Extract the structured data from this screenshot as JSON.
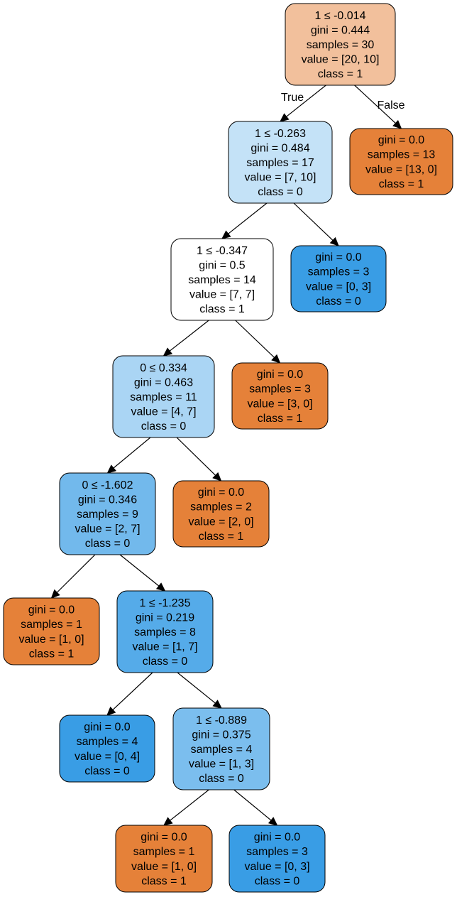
{
  "tree": {
    "nodes": [
      {
        "id": "n0",
        "lines": [
          "1 ≤ -0.014",
          "gini = 0.444",
          "samples = 30",
          "value = [20, 10]",
          "class = 1"
        ],
        "fill": "#f2c09c"
      },
      {
        "id": "n1",
        "lines": [
          "1 ≤ -0.263",
          "gini = 0.484",
          "samples = 17",
          "value = [7, 10]",
          "class = 0"
        ],
        "fill": "#c4e2f7"
      },
      {
        "id": "n2",
        "lines": [
          "gini = 0.0",
          "samples = 13",
          "value = [13, 0]",
          "class = 1"
        ],
        "fill": "#e58139"
      },
      {
        "id": "n3",
        "lines": [
          "1 ≤ -0.347",
          "gini = 0.5",
          "samples = 14",
          "value = [7, 7]",
          "class = 1"
        ],
        "fill": "#ffffff"
      },
      {
        "id": "n4",
        "lines": [
          "gini = 0.0",
          "samples = 3",
          "value = [0, 3]",
          "class = 0"
        ],
        "fill": "#399de5"
      },
      {
        "id": "n5",
        "lines": [
          "0 ≤ 0.334",
          "gini = 0.463",
          "samples = 11",
          "value = [4, 7]",
          "class = 0"
        ],
        "fill": "#aad5f4"
      },
      {
        "id": "n6",
        "lines": [
          "gini = 0.0",
          "samples = 3",
          "value = [3, 0]",
          "class = 1"
        ],
        "fill": "#e58139"
      },
      {
        "id": "n7",
        "lines": [
          "0 ≤ -1.602",
          "gini = 0.346",
          "samples = 9",
          "value = [2, 7]",
          "class = 0"
        ],
        "fill": "#72b9ec"
      },
      {
        "id": "n8",
        "lines": [
          "gini = 0.0",
          "samples = 2",
          "value = [2, 0]",
          "class = 1"
        ],
        "fill": "#e58139"
      },
      {
        "id": "n9",
        "lines": [
          "gini = 0.0",
          "samples = 1",
          "value = [1, 0]",
          "class = 1"
        ],
        "fill": "#e58139"
      },
      {
        "id": "n10",
        "lines": [
          "1 ≤ -1.235",
          "gini = 0.219",
          "samples = 8",
          "value = [1, 7]",
          "class = 0"
        ],
        "fill": "#55abe9"
      },
      {
        "id": "n11",
        "lines": [
          "gini = 0.0",
          "samples = 4",
          "value = [0, 4]",
          "class = 0"
        ],
        "fill": "#399de5"
      },
      {
        "id": "n12",
        "lines": [
          "1 ≤ -0.889",
          "gini = 0.375",
          "samples = 4",
          "value = [1, 3]",
          "class = 0"
        ],
        "fill": "#7bbeee"
      },
      {
        "id": "n13",
        "lines": [
          "gini = 0.0",
          "samples = 1",
          "value = [1, 0]",
          "class = 1"
        ],
        "fill": "#e58139"
      },
      {
        "id": "n14",
        "lines": [
          "gini = 0.0",
          "samples = 3",
          "value = [0, 3]",
          "class = 0"
        ],
        "fill": "#399de5"
      }
    ],
    "edges": [
      {
        "from": "n0",
        "to": "n1",
        "label": "True"
      },
      {
        "from": "n0",
        "to": "n2",
        "label": "False"
      },
      {
        "from": "n1",
        "to": "n3",
        "label": ""
      },
      {
        "from": "n1",
        "to": "n4",
        "label": ""
      },
      {
        "from": "n3",
        "to": "n5",
        "label": ""
      },
      {
        "from": "n3",
        "to": "n6",
        "label": ""
      },
      {
        "from": "n5",
        "to": "n7",
        "label": ""
      },
      {
        "from": "n5",
        "to": "n8",
        "label": ""
      },
      {
        "from": "n7",
        "to": "n9",
        "label": ""
      },
      {
        "from": "n7",
        "to": "n10",
        "label": ""
      },
      {
        "from": "n10",
        "to": "n11",
        "label": ""
      },
      {
        "from": "n10",
        "to": "n12",
        "label": ""
      },
      {
        "from": "n12",
        "to": "n13",
        "label": ""
      },
      {
        "from": "n12",
        "to": "n14",
        "label": ""
      }
    ]
  }
}
